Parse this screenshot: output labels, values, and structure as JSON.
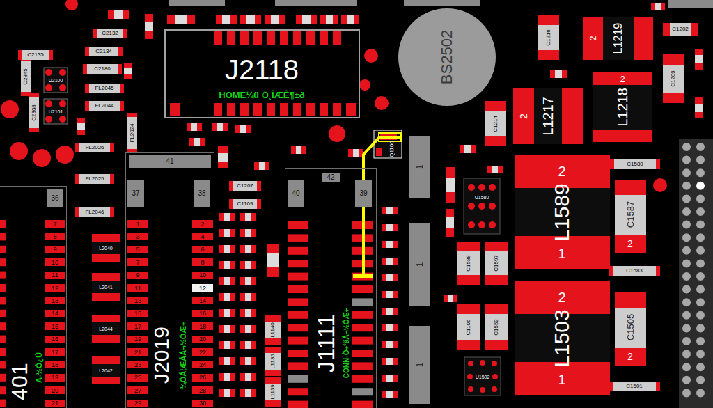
{
  "diagram": {
    "nodes": [
      {
        "text": [
          "C2132"
        ]
      },
      {
        "text": [
          "C2135"
        ]
      },
      {
        "text": [
          "C2134"
        ]
      },
      {
        "text": [
          "C2345"
        ]
      },
      {
        "text": [
          "U2100"
        ]
      },
      {
        "text": [
          "C2180"
        ]
      },
      {
        "text": [
          "FL2045"
        ]
      },
      {
        "text": [
          "U2101"
        ]
      },
      {
        "text": [
          "C2308"
        ]
      },
      {
        "text": [
          "FL2044"
        ]
      },
      {
        "text": [
          "FL2024"
        ]
      },
      {
        "text": [
          "J2118",
          "HOME¼ü Ö¸ÎÆÊ¶±ð"
        ]
      },
      {
        "text": [
          "BS2502"
        ]
      },
      {
        "text": [
          "C1216"
        ]
      },
      {
        "text": [
          "2",
          "L1219"
        ]
      },
      {
        "text": [
          "C1202"
        ]
      },
      {
        "text": [
          "C1209"
        ]
      },
      {
        "text": [
          "C1214"
        ]
      },
      {
        "text": [
          "2",
          "L1217"
        ]
      },
      {
        "text": [
          "2",
          "L1218"
        ]
      },
      {
        "text": [
          "Q1100"
        ]
      },
      {
        "text": [
          "FL2026"
        ]
      },
      {
        "text": [
          "C1207"
        ]
      },
      {
        "text": [
          "C1109"
        ]
      },
      {
        "text": [
          "C1589"
        ]
      },
      {
        "text": [
          "1"
        ]
      },
      {
        "text": [
          "2",
          "L1589",
          "1"
        ]
      },
      {
        "text": [
          "C1587",
          "2"
        ]
      },
      {
        "text": [
          "U1580"
        ]
      },
      {
        "text": [
          "FL2025"
        ]
      },
      {
        "text": [
          "FL2046"
        ]
      },
      {
        "text": [
          "C1588"
        ]
      },
      {
        "text": [
          "C1597"
        ]
      },
      {
        "text": [
          "C1583"
        ]
      },
      {
        "text": [
          "2",
          "L1503",
          "1"
        ]
      },
      {
        "text": [
          "C1505",
          "2"
        ]
      },
      {
        "text": [
          "C1106"
        ]
      },
      {
        "text": [
          "C1552"
        ]
      },
      {
        "text": [
          "1"
        ]
      },
      {
        "text": [
          "1"
        ]
      },
      {
        "text": [
          "U1502"
        ]
      },
      {
        "text": [
          "C1501"
        ]
      },
      {
        "text": [
          "L2040"
        ]
      },
      {
        "text": [
          "L2041"
        ]
      },
      {
        "text": [
          "L2044"
        ]
      },
      {
        "text": [
          "L2042"
        ]
      },
      {
        "text": [
          "L1140"
        ]
      },
      {
        "text": [
          "L1135"
        ]
      },
      {
        "text": [
          "L1139"
        ]
      },
      {
        "text": [
          "401",
          "A-½Ó¿Ú"
        ]
      },
      {
        "text": [
          "J2019",
          "¼ÓÁ¦ÆÁÁ¬½ÓÆ÷"
        ]
      },
      {
        "text": [
          "J1111",
          "CONN-Ö÷°åÁ¬½ÓÆ÷"
        ]
      },
      {
        "text": [
          "36"
        ],
        "in": 49
      },
      {
        "text": [
          "7"
        ],
        "in": 49
      },
      {
        "text": [
          "8"
        ],
        "in": 49
      },
      {
        "text": [
          "9"
        ],
        "in": 49
      },
      {
        "text": [
          "10"
        ],
        "in": 49
      },
      {
        "text": [
          "11"
        ],
        "in": 49
      },
      {
        "text": [
          "12"
        ],
        "in": 49
      },
      {
        "text": [
          "13"
        ],
        "in": 49
      },
      {
        "text": [
          "14"
        ],
        "in": 49
      },
      {
        "text": [
          "15"
        ],
        "in": 49
      },
      {
        "text": [
          "16"
        ],
        "in": 49
      },
      {
        "text": [
          "17"
        ],
        "in": 49
      },
      {
        "text": [
          "18"
        ],
        "in": 49
      },
      {
        "text": [
          "19"
        ],
        "in": 49
      },
      {
        "text": [
          "20"
        ],
        "in": 49
      },
      {
        "text": [
          "21"
        ],
        "in": 49
      },
      {
        "text": [
          "41"
        ],
        "in": 50
      },
      {
        "text": [
          "37"
        ],
        "in": 50
      },
      {
        "text": [
          "38"
        ],
        "in": 50
      },
      {
        "text": [
          "1"
        ],
        "in": 50
      },
      {
        "text": [
          "2"
        ],
        "in": 50
      },
      {
        "text": [
          "3"
        ],
        "in": 50
      },
      {
        "text": [
          "4"
        ],
        "in": 50
      },
      {
        "text": [
          "5"
        ],
        "in": 50
      },
      {
        "text": [
          "6"
        ],
        "in": 50
      },
      {
        "text": [
          "7"
        ],
        "in": 50
      },
      {
        "text": [
          "8"
        ],
        "in": 50
      },
      {
        "text": [
          "9"
        ],
        "in": 50
      },
      {
        "text": [
          "10"
        ],
        "in": 50
      },
      {
        "text": [
          "11"
        ],
        "in": 50
      },
      {
        "text": [
          "12"
        ],
        "in": 50
      },
      {
        "text": [
          "13"
        ],
        "in": 50
      },
      {
        "text": [
          "14"
        ],
        "in": 50
      },
      {
        "text": [
          "15"
        ],
        "in": 50
      },
      {
        "text": [
          "16"
        ],
        "in": 50
      },
      {
        "text": [
          "17"
        ],
        "in": 50
      },
      {
        "text": [
          "18"
        ],
        "in": 50
      },
      {
        "text": [
          "19"
        ],
        "in": 50
      },
      {
        "text": [
          "20"
        ],
        "in": 50
      },
      {
        "text": [
          "21"
        ],
        "in": 50
      },
      {
        "text": [
          "22"
        ],
        "in": 50
      },
      {
        "text": [
          "23"
        ],
        "in": 50
      },
      {
        "text": [
          "24"
        ],
        "in": 50
      },
      {
        "text": [
          "25"
        ],
        "in": 50
      },
      {
        "text": [
          "26"
        ],
        "in": 50
      },
      {
        "text": [
          "27"
        ],
        "in": 50
      },
      {
        "text": [
          "28"
        ],
        "in": 50
      },
      {
        "text": [
          "29"
        ],
        "in": 50
      },
      {
        "text": [
          "30"
        ],
        "in": 50
      },
      {
        "text": [
          "40"
        ],
        "in": 51
      },
      {
        "text": [
          "42"
        ],
        "in": 51
      },
      {
        "text": [
          "39"
        ],
        "in": 51
      }
    ]
  }
}
